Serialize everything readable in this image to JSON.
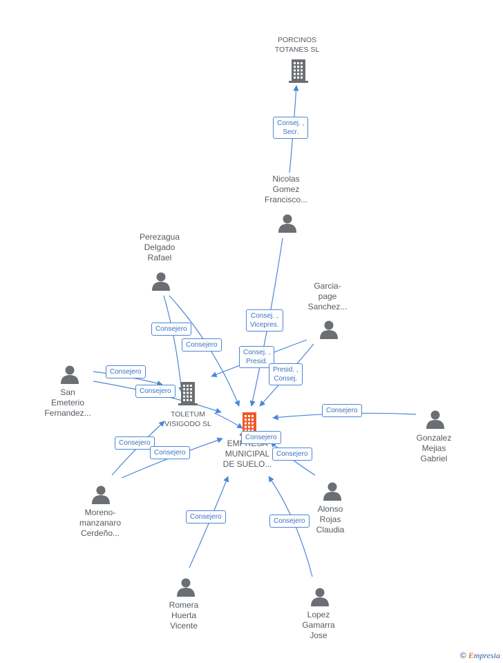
{
  "colors": {
    "edge": "#4a86d8",
    "person": "#6b6e72",
    "company": "#6b6e72",
    "focus_company": "#f05a28"
  },
  "nodes": {
    "porcinos": {
      "type": "company",
      "lines": [
        "PORCINOS",
        "TOTANES SL"
      ]
    },
    "empresa": {
      "type": "focus-company",
      "lines": [
        "EMPRESA",
        "MUNICIPAL",
        "DE SUELO..."
      ]
    },
    "toletum": {
      "type": "company",
      "lines": [
        "TOLETUM",
        "VISIGODO SL"
      ]
    },
    "nicolas": {
      "type": "person",
      "lines": [
        "Nicolas",
        "Gomez",
        "Francisco..."
      ]
    },
    "perezagua": {
      "type": "person",
      "lines": [
        "Perezagua",
        "Delgado",
        "Rafael"
      ]
    },
    "garcia": {
      "type": "person",
      "lines": [
        "Garcia-",
        "page",
        "Sanchez..."
      ]
    },
    "san_emeterio": {
      "type": "person",
      "lines": [
        "San",
        "Emeterio",
        "Fernandez..."
      ]
    },
    "gonzalez": {
      "type": "person",
      "lines": [
        "Gonzalez",
        "Mejias",
        "Gabriel"
      ]
    },
    "moreno": {
      "type": "person",
      "lines": [
        "Moreno-",
        "manzanaro",
        "Cerdeño..."
      ]
    },
    "alonso": {
      "type": "person",
      "lines": [
        "Alonso",
        "Rojas",
        "Claudia"
      ]
    },
    "romera": {
      "type": "person",
      "lines": [
        "Romera",
        "Huerta",
        "Vicente"
      ]
    },
    "lopez": {
      "type": "person",
      "lines": [
        "Lopez",
        "Gamarra",
        "Jose"
      ]
    }
  },
  "edge_labels": {
    "nicolas_porcinos": [
      "Consej. ,",
      "Secr."
    ],
    "nicolas_empresa": [
      "Consej. ,",
      "Vicepres."
    ],
    "garcia_toletum": [
      "Consej. ,",
      "Presid."
    ],
    "garcia_empresa": [
      "Presid. ,",
      "Consej."
    ],
    "perezagua_toletum": [
      "Consejero"
    ],
    "perezagua_empresa": [
      "Consejero"
    ],
    "san_emeterio_toletum": [
      "Consejero"
    ],
    "san_emeterio_empresa": [
      "Consejero"
    ],
    "gonzalez_empresa": [
      "Consejero"
    ],
    "moreno_toletum": [
      "Consejero"
    ],
    "moreno_empresa": [
      "Consejero"
    ],
    "toletum_empresa": [
      "Consejero"
    ],
    "alonso_empresa": [
      "Consejero"
    ],
    "romera_empresa": [
      "Consejero"
    ],
    "lopez_empresa": [
      "Consejero"
    ]
  },
  "footer": {
    "copyright": "©",
    "brand_initial": "E",
    "brand_rest": "mpresia"
  }
}
